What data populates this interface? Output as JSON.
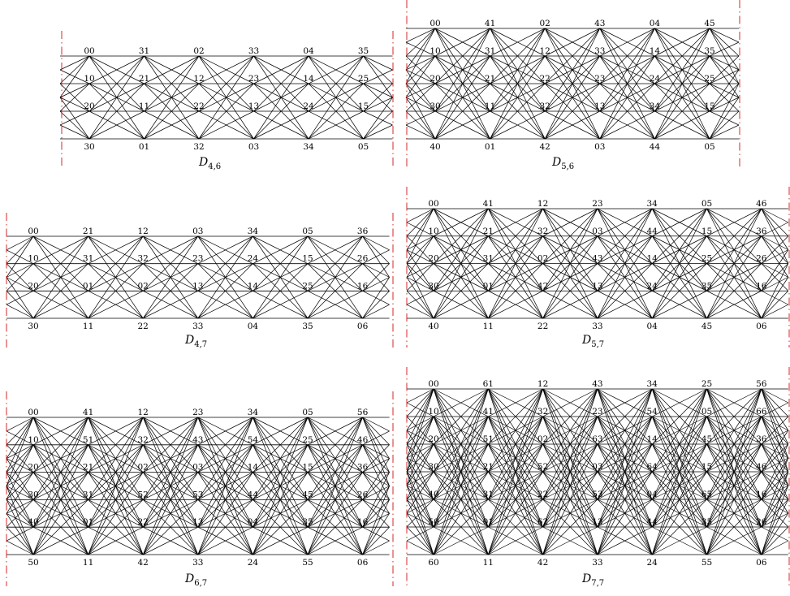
{
  "colors": {
    "edge": "#000000",
    "cut_line": "#d62728",
    "background": "#ffffff"
  },
  "diagrams": [
    {
      "caption_main": "D",
      "caption_sub": "4,6",
      "rows": [
        [
          "00",
          "31",
          "02",
          "33",
          "04",
          "35"
        ],
        [
          "10",
          "21",
          "12",
          "23",
          "14",
          "25"
        ],
        [
          "20",
          "11",
          "22",
          "13",
          "24",
          "15"
        ],
        [
          "30",
          "01",
          "32",
          "03",
          "34",
          "05"
        ]
      ]
    },
    {
      "caption_main": "D",
      "caption_sub": "5,6",
      "rows": [
        [
          "00",
          "41",
          "02",
          "43",
          "04",
          "45"
        ],
        [
          "10",
          "31",
          "12",
          "33",
          "14",
          "35"
        ],
        [
          "20",
          "21",
          "22",
          "23",
          "24",
          "25"
        ],
        [
          "30",
          "11",
          "32",
          "13",
          "34",
          "15"
        ],
        [
          "40",
          "01",
          "42",
          "03",
          "44",
          "05"
        ]
      ]
    },
    {
      "caption_main": "D",
      "caption_sub": "4,7",
      "rows": [
        [
          "00",
          "21",
          "12",
          "03",
          "34",
          "05",
          "36"
        ],
        [
          "10",
          "31",
          "32",
          "23",
          "24",
          "15",
          "26"
        ],
        [
          "20",
          "01",
          "02",
          "13",
          "14",
          "25",
          "16"
        ],
        [
          "30",
          "11",
          "22",
          "33",
          "04",
          "35",
          "06"
        ]
      ]
    },
    {
      "caption_main": "D",
      "caption_sub": "5,7",
      "rows": [
        [
          "00",
          "41",
          "12",
          "23",
          "34",
          "05",
          "46"
        ],
        [
          "10",
          "21",
          "32",
          "03",
          "44",
          "15",
          "36"
        ],
        [
          "20",
          "31",
          "02",
          "43",
          "14",
          "25",
          "26"
        ],
        [
          "30",
          "01",
          "42",
          "13",
          "24",
          "35",
          "16"
        ],
        [
          "40",
          "11",
          "22",
          "33",
          "04",
          "45",
          "06"
        ]
      ]
    },
    {
      "caption_main": "D",
      "caption_sub": "6,7",
      "rows": [
        [
          "00",
          "41",
          "12",
          "23",
          "34",
          "05",
          "56"
        ],
        [
          "10",
          "51",
          "32",
          "43",
          "54",
          "25",
          "46"
        ],
        [
          "20",
          "21",
          "02",
          "03",
          "14",
          "15",
          "36"
        ],
        [
          "30",
          "31",
          "52",
          "53",
          "44",
          "45",
          "26"
        ],
        [
          "40",
          "01",
          "22",
          "13",
          "04",
          "35",
          "16"
        ],
        [
          "50",
          "11",
          "42",
          "33",
          "24",
          "55",
          "06"
        ]
      ]
    },
    {
      "caption_main": "D",
      "caption_sub": "7,7",
      "rows": [
        [
          "00",
          "61",
          "12",
          "43",
          "34",
          "25",
          "56"
        ],
        [
          "10",
          "41",
          "32",
          "23",
          "54",
          "05",
          "66"
        ],
        [
          "20",
          "51",
          "02",
          "63",
          "14",
          "45",
          "36"
        ],
        [
          "30",
          "21",
          "52",
          "03",
          "64",
          "15",
          "46"
        ],
        [
          "40",
          "31",
          "22",
          "53",
          "04",
          "65",
          "16"
        ],
        [
          "50",
          "01",
          "62",
          "13",
          "44",
          "35",
          "26"
        ],
        [
          "60",
          "11",
          "42",
          "33",
          "24",
          "55",
          "06"
        ]
      ]
    }
  ]
}
